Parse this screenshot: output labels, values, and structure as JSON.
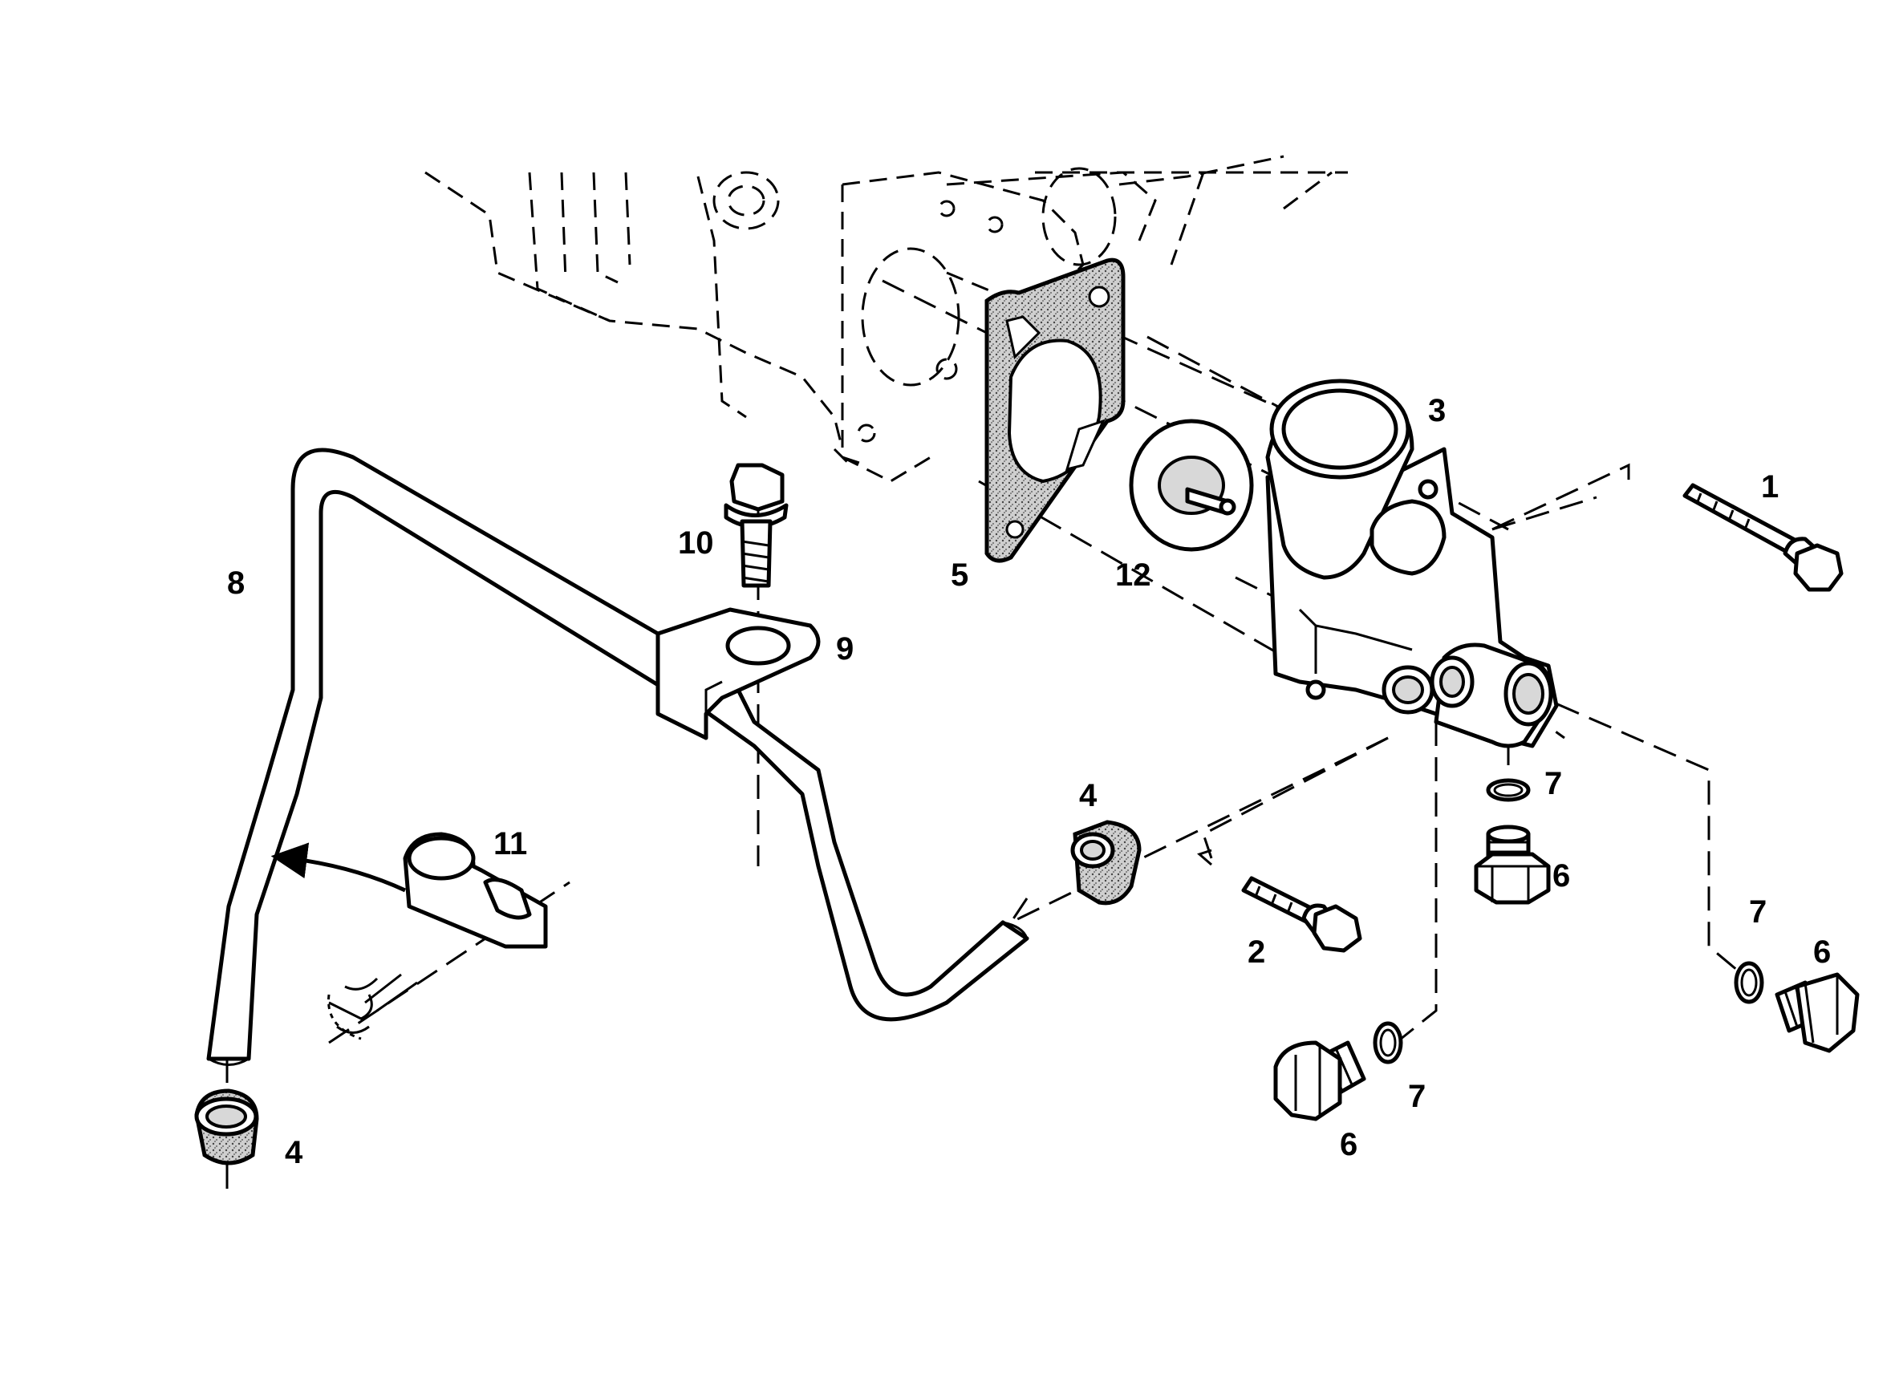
{
  "callouts": {
    "c1": "1",
    "c2": "2",
    "c3": "3",
    "c4a": "4",
    "c4b": "4",
    "c5": "5",
    "c6a": "6",
    "c6b": "6",
    "c6c": "6",
    "c7a": "7",
    "c7b": "7",
    "c7c": "7",
    "c8": "8",
    "c9": "9",
    "c10": "10",
    "c11": "11",
    "c12": "12"
  }
}
